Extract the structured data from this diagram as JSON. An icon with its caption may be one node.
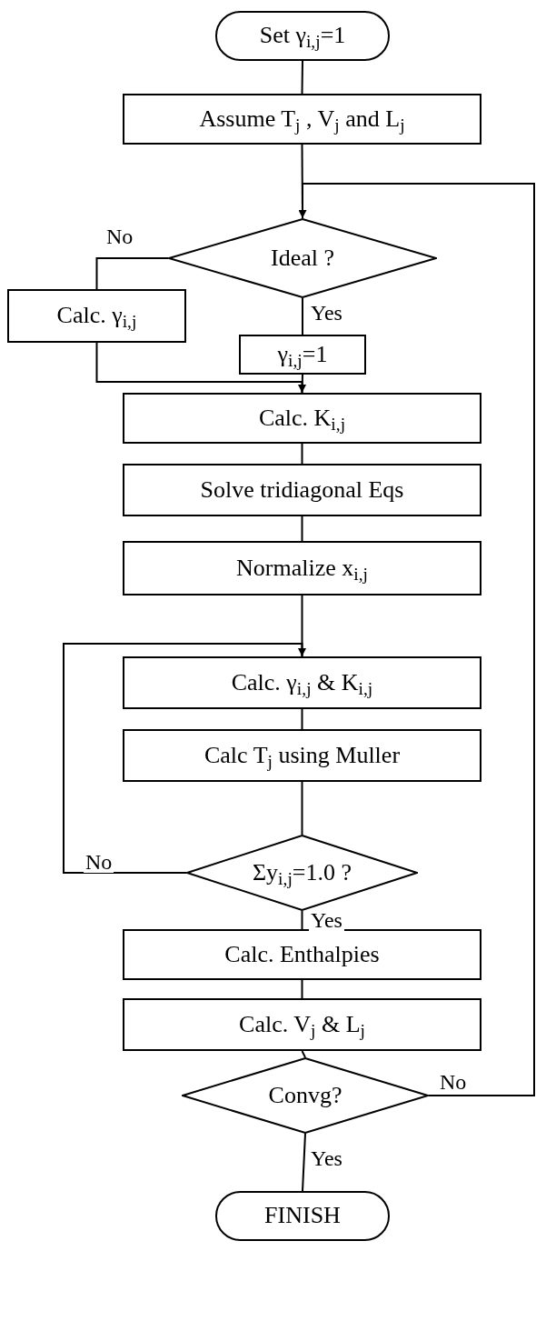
{
  "diagram": {
    "nodes": [
      {
        "text": [
          "Set γ$_{i,j}$=1"
        ]
      },
      {
        "text": [
          "Assume T$_{j}$ , V$_{j}$ and L$_{j}$"
        ]
      },
      {
        "text": [
          "Ideal ?"
        ]
      },
      {
        "text": [
          "Calc. γ$_{i,j}$"
        ]
      },
      {
        "text": [
          "γ$_{i,j}$=1"
        ]
      },
      {
        "text": [
          "Calc. K$_{i,j}$"
        ]
      },
      {
        "text": [
          "Solve tridiagonal Eqs"
        ]
      },
      {
        "text": [
          "Normalize x$_{i,j}$"
        ]
      },
      {
        "text": [
          "Calc. γ$_{i,j}$ & K$_{i,j}$"
        ]
      },
      {
        "text": [
          "Calc T$_{j}$ using Muller"
        ]
      },
      {
        "text": [
          "Σy$_{i,j}$=1.0 ?"
        ]
      },
      {
        "text": [
          "Calc. Enthalpies"
        ]
      },
      {
        "text": [
          "Calc. V$_{j}$ & L$_{j}$"
        ]
      },
      {
        "text": [
          "Convg?"
        ]
      },
      {
        "text": [
          "FINISH"
        ]
      }
    ],
    "edges": [
      {
        "from": 0,
        "to": 1,
        "arrow": "none"
      },
      {
        "from": 1,
        "to": 2,
        "arrow": "none"
      },
      {
        "from": 2,
        "to": 3,
        "arrow": "none",
        "label": "No"
      },
      {
        "from": 2,
        "to": 4,
        "arrow": "none",
        "label": "Yes"
      },
      {
        "from": 3,
        "to": 5,
        "arrow": "to"
      },
      {
        "from": 4,
        "to": 5,
        "arrow": "none"
      },
      {
        "from": 5,
        "to": 6,
        "arrow": "none"
      },
      {
        "from": 6,
        "to": 7,
        "arrow": "none"
      },
      {
        "from": 7,
        "to": 8,
        "arrow": "none"
      },
      {
        "from": 8,
        "to": 9,
        "arrow": "none"
      },
      {
        "from": 9,
        "to": 10,
        "arrow": "none"
      },
      {
        "from": 10,
        "to": 8,
        "arrow": "to",
        "label": "No"
      },
      {
        "from": 10,
        "to": 11,
        "arrow": "none",
        "label": "Yes"
      },
      {
        "from": 11,
        "to": 12,
        "arrow": "none"
      },
      {
        "from": 12,
        "to": 13,
        "arrow": "none"
      },
      {
        "from": 13,
        "to": 14,
        "arrow": "none",
        "label": "Yes"
      },
      {
        "from": 13,
        "to": 2,
        "arrow": "to",
        "label": "No"
      }
    ]
  }
}
